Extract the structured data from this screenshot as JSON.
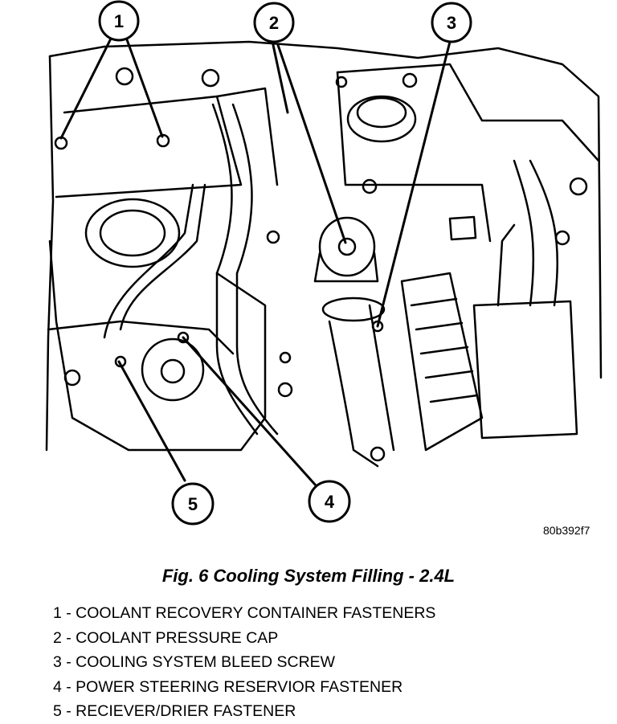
{
  "figure": {
    "code": "80b392f7",
    "title": "Fig. 6 Cooling System Filling - 2.4L"
  },
  "callouts": [
    {
      "number": "1"
    },
    {
      "number": "2"
    },
    {
      "number": "3"
    },
    {
      "number": "4"
    },
    {
      "number": "5"
    }
  ],
  "legend": [
    {
      "number": "1",
      "text": "1 - COOLANT RECOVERY CONTAINER FASTENERS"
    },
    {
      "number": "2",
      "text": "2 - COOLANT PRESSURE CAP"
    },
    {
      "number": "3",
      "text": "3 - COOLING SYSTEM BLEED SCREW"
    },
    {
      "number": "4",
      "text": "4 - POWER STEERING RESERVIOR FASTENER"
    },
    {
      "number": "5",
      "text": "5 - RECIEVER/DRIER FASTENER"
    }
  ]
}
